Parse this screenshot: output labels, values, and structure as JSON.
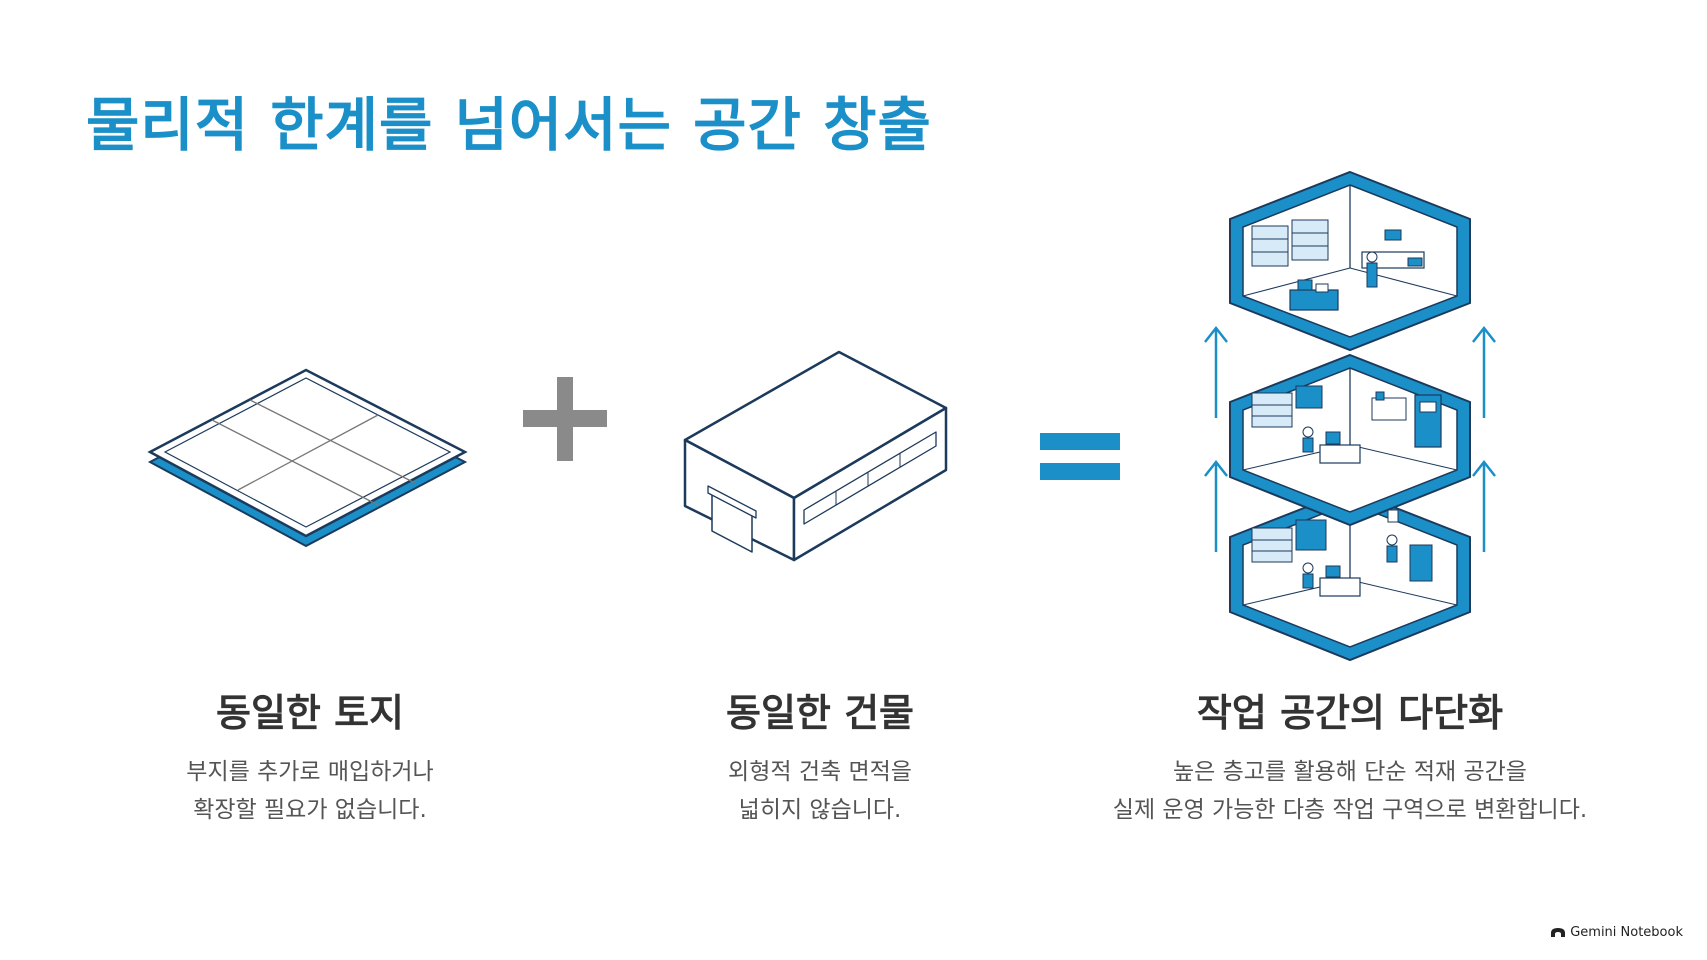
{
  "slide": {
    "title": "물리적 한계를 넘어서는 공간 창출"
  },
  "columns": [
    {
      "title": "동일한 토지",
      "desc_line1": "부지를 추가로 매입하거나",
      "desc_line2": "확장할 필요가 없습니다."
    },
    {
      "title": "동일한 건물",
      "desc_line1": "외형적 건축 면적을",
      "desc_line2": "넓히지 않습니다."
    },
    {
      "title": "작업 공간의 다단화",
      "desc_line1": "높은 층고를 활용해 단순 적재 공간을",
      "desc_line2": "실제 운영 가능한 다층 작업 구역으로 변환합니다."
    }
  ],
  "operators": {
    "plus": "plus-sign",
    "equals": "equals-sign"
  },
  "colors": {
    "accent": "#1a8fc8",
    "outline": "#1c3a5c",
    "operator_gray": "#8a8a8a",
    "text_dark": "#333333",
    "text_body": "#555555"
  },
  "brand": {
    "label": "Gemini Notebook"
  }
}
